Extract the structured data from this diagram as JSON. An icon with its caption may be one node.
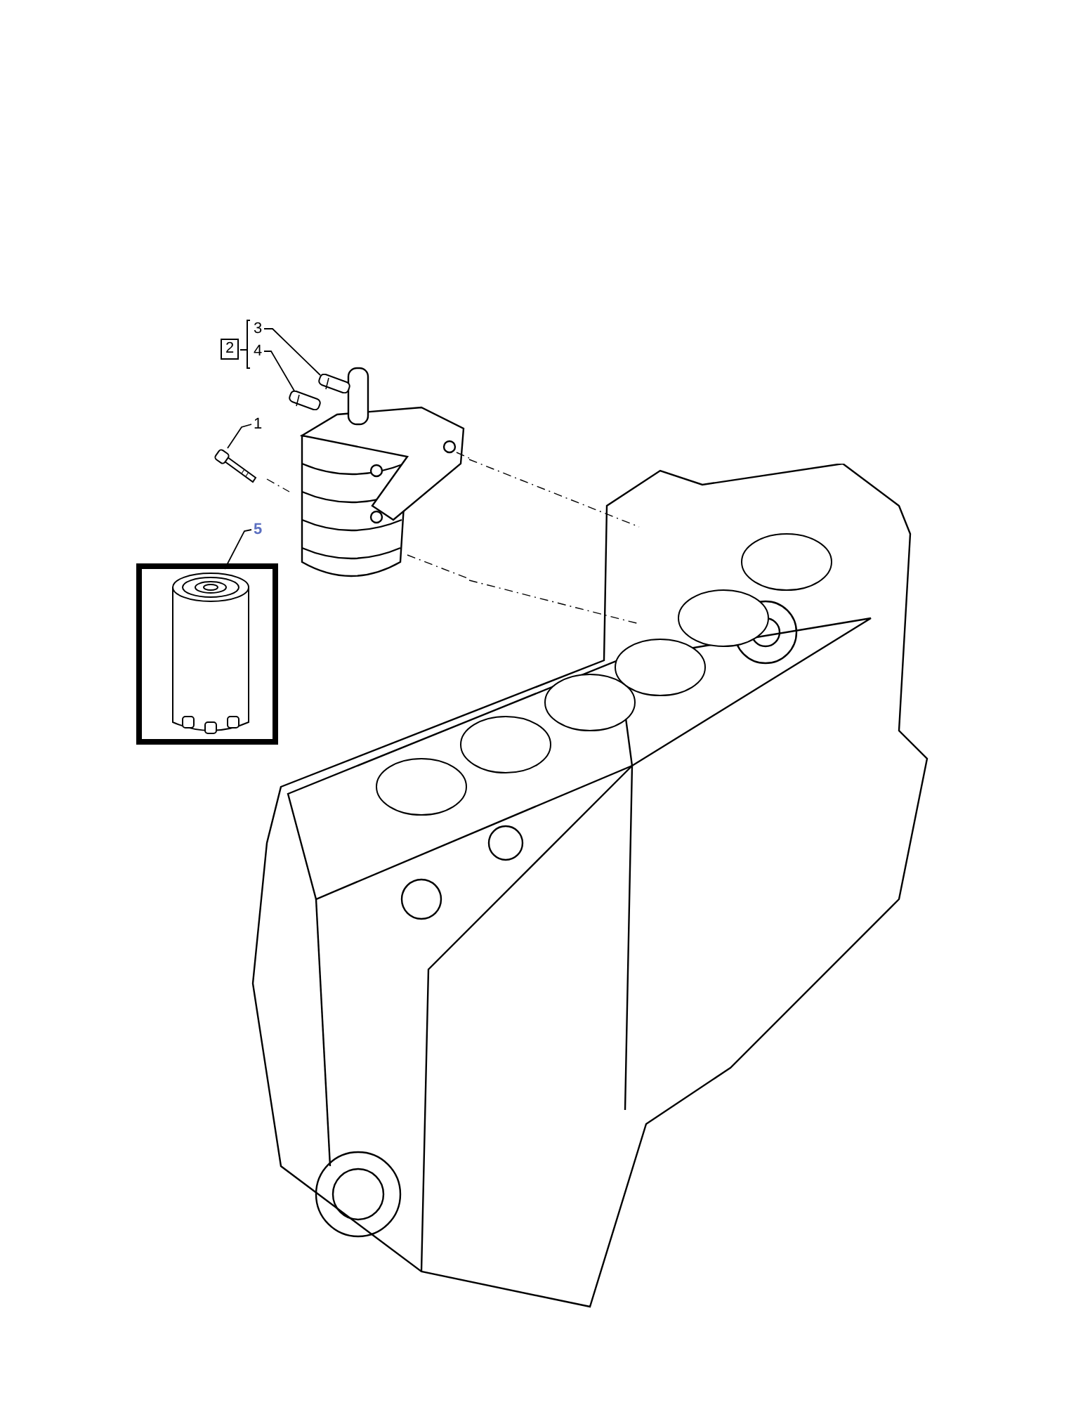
{
  "diagram": {
    "nodes": [
      {
        "text": [
          "2"
        ]
      },
      {
        "text": [
          "3"
        ]
      },
      {
        "text": [
          "4"
        ]
      },
      {
        "text": [],
        "shape": "picture"
      },
      {
        "text": [],
        "shape": "picture"
      },
      {
        "text": [
          "1"
        ]
      },
      {
        "text": [],
        "shape": "picture"
      },
      {
        "text": [
          "5"
        ]
      },
      {
        "text": [],
        "shape": "picture"
      }
    ],
    "edges": [
      {
        "from": 1,
        "to": 3,
        "arrow": "none"
      },
      {
        "from": 2,
        "to": 4,
        "arrow": "none"
      },
      {
        "from": 5,
        "to": 6,
        "arrow": "none"
      },
      {
        "from": 7,
        "to": 8,
        "arrow": "none"
      }
    ]
  }
}
